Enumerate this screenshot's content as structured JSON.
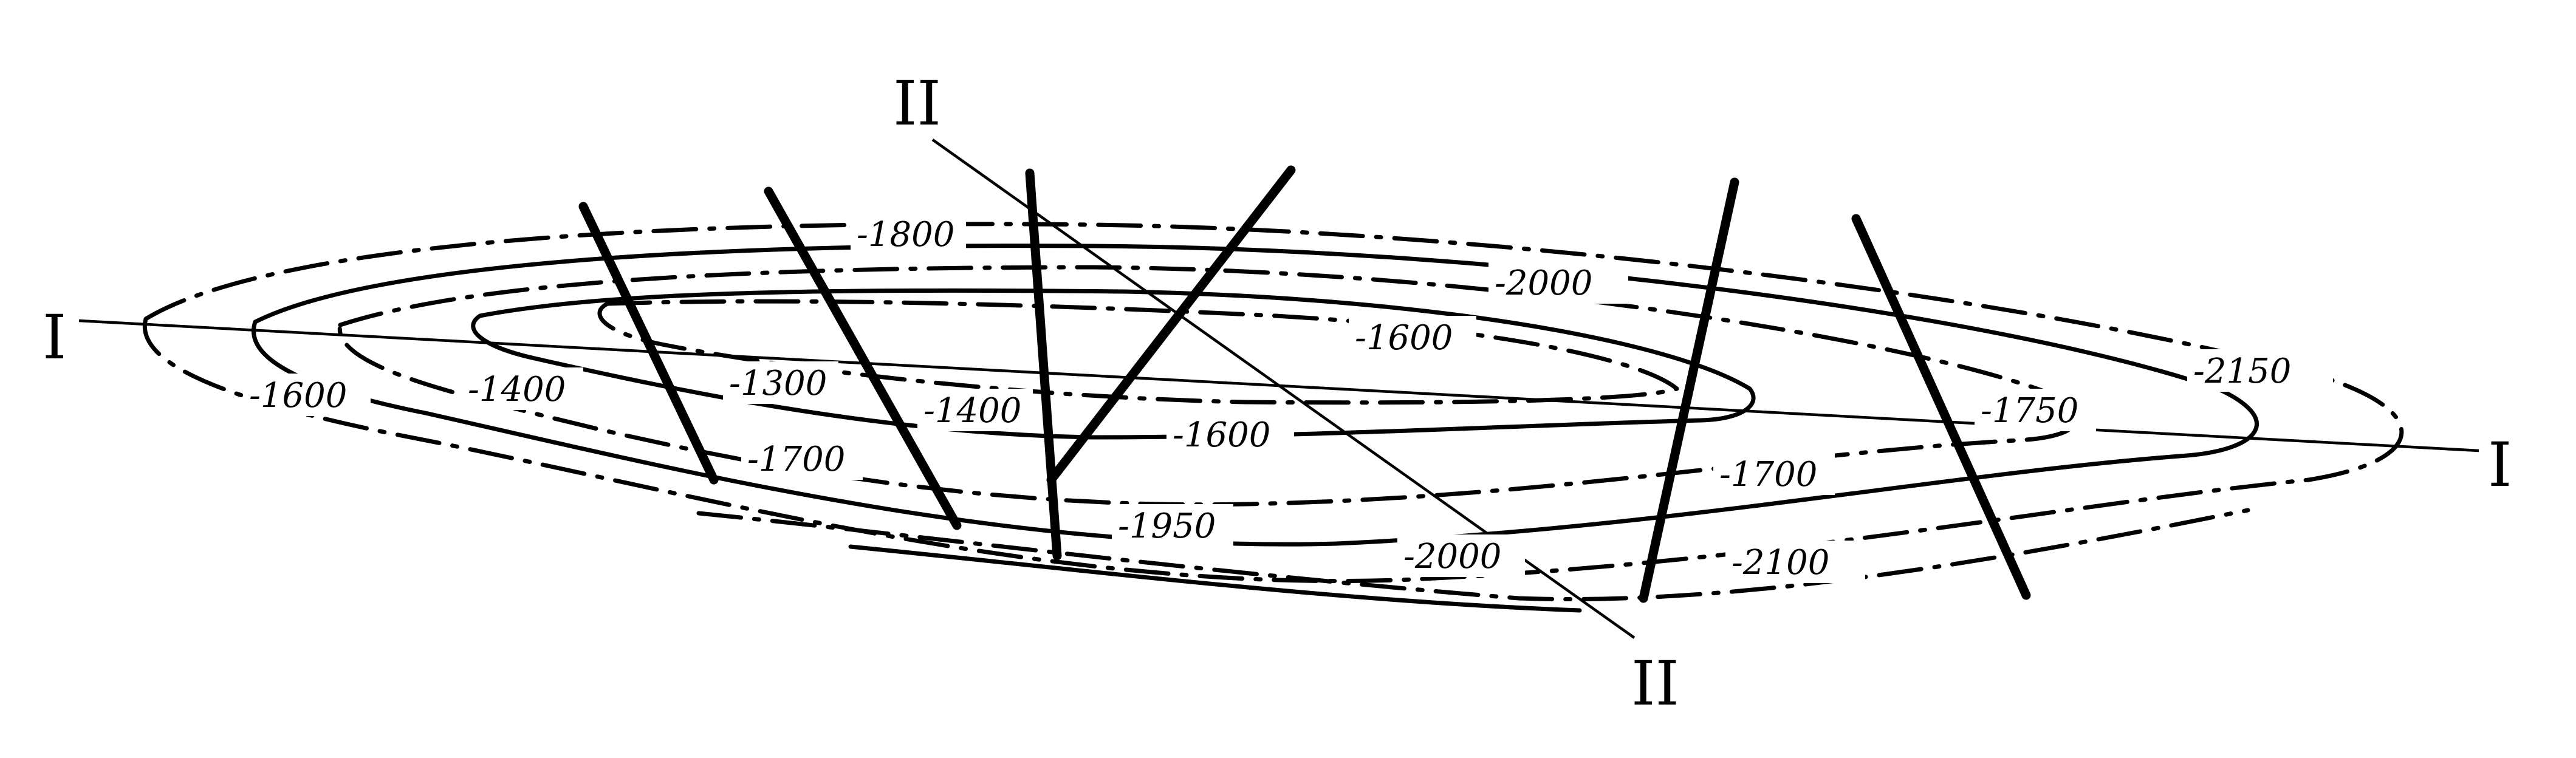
{
  "profiles": {
    "profile_I": {
      "left_label": "I",
      "right_label": "I"
    },
    "profile_II": {
      "top_label": "II",
      "bottom_label": "II"
    }
  },
  "contour_labels": [
    "-1800",
    "-2000",
    "-1600",
    "-2150",
    "-1600",
    "-1400",
    "-1300",
    "-1400",
    "-1600",
    "-1750",
    "-1700",
    "-1700",
    "-1950",
    "-2000",
    "-2100"
  ]
}
